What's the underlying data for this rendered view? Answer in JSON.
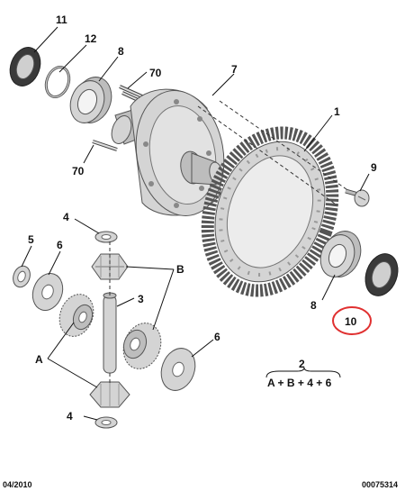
{
  "callouts": {
    "p11": "11",
    "p12": "12",
    "p8_top": "8",
    "p70_top": "70",
    "p7": "7",
    "p1": "1",
    "p70_mid": "70",
    "p9": "9",
    "p4_top": "4",
    "p5": "5",
    "p6_left": "6",
    "pB": "B",
    "p3": "3",
    "pA": "A",
    "p6_right": "6",
    "p8_right": "8",
    "p10": "10",
    "p4_bottom": "4"
  },
  "legend": {
    "key": "2",
    "formula": "A + B + 4 + 6"
  },
  "footer": {
    "date": "04/2010",
    "ref": "00075314"
  },
  "colors": {
    "highlight": "#e03030",
    "metal": "#d4d4d4",
    "seal": "#3a3a3a"
  }
}
